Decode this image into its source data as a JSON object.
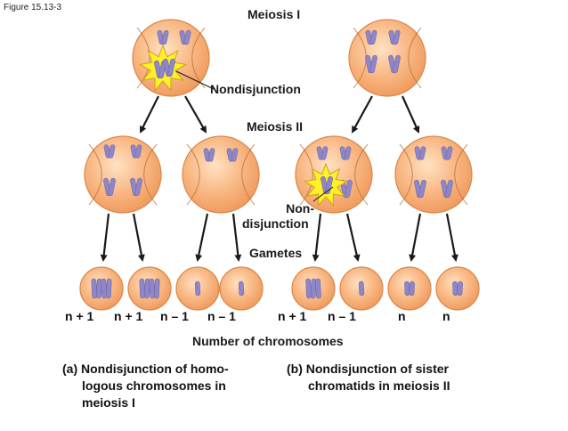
{
  "figure_label": "Figure 15.13-3",
  "stages": {
    "meiosis1": "Meiosis I",
    "meiosis2": "Meiosis II",
    "gametes": "Gametes"
  },
  "labels": {
    "nondisjunction": "Nondisjunction",
    "non_line1": "Non-",
    "non_line2": "disjunction"
  },
  "gamete_counts": [
    "n + 1",
    "n + 1",
    "n – 1",
    "n – 1",
    "n + 1",
    "n – 1",
    "n",
    "n"
  ],
  "axis_title": "Number of chromosomes",
  "captions": {
    "a": {
      "line1": "(a) Nondisjunction of homo-",
      "line2": "logous chromosomes in",
      "line3": "meiosis I"
    },
    "b": {
      "line1": "(b) Nondisjunction of sister",
      "line2": "chromatids in meiosis II"
    }
  },
  "colors": {
    "cell_fill": "#f6b07a",
    "cell_edge": "#d9864a",
    "chromosome": "#8f86c8",
    "spindle": "#b06a3a",
    "burst": "#fff02a",
    "burst_edge": "#caa21a",
    "arrow": "#1a1a1a"
  }
}
